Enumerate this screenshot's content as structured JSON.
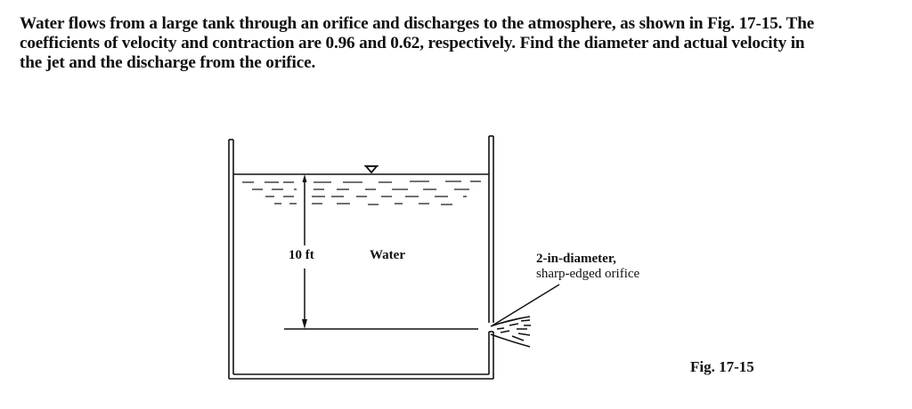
{
  "problem": {
    "lines": [
      "Water flows from a large tank through an orifice and discharges to the atmosphere, as shown in Fig. 17-15. The",
      "coefficients of velocity and contraction are 0.96 and 0.62, respectively. Find the diameter and actual velocity in",
      "the jet and the discharge from the orifice."
    ],
    "coefficient_of_velocity": "0.96",
    "coefficient_of_contraction": "0.62",
    "figure_reference": "Fig. 17-15"
  },
  "figure": {
    "height_label": "10 ft",
    "fluid_label": "Water",
    "orifice_label_line1": "2-in-diameter,",
    "orifice_label_line2": "sharp-edged orifice",
    "free_surface_symbol": "inverted-triangle",
    "caption": "Fig. 17-15"
  },
  "colors": {
    "ink": "#111111",
    "background": "#ffffff"
  }
}
